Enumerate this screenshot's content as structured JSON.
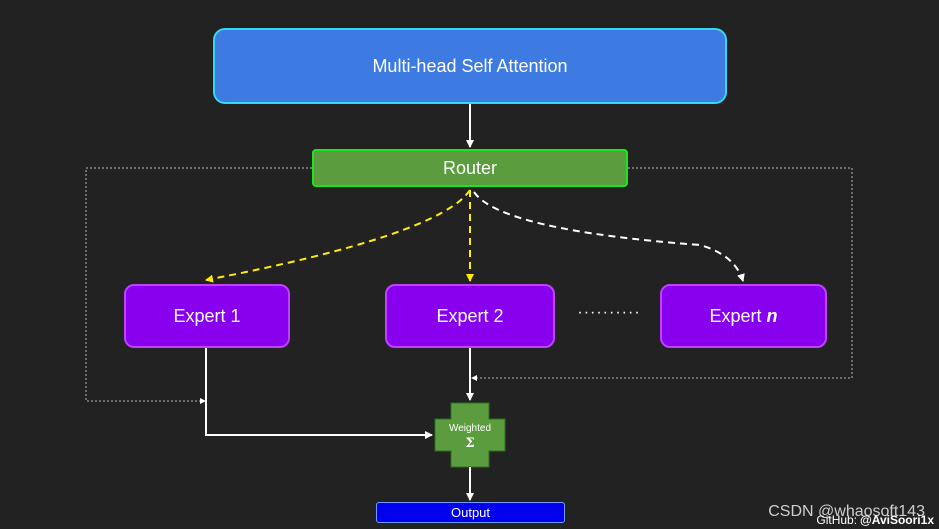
{
  "attention": {
    "label": "Multi-head Self Attention"
  },
  "router": {
    "label": "Router"
  },
  "experts": [
    {
      "label": "Expert 1"
    },
    {
      "label": "Expert 2"
    },
    {
      "label": "Expert",
      "suffix": "n"
    }
  ],
  "ellipsis": "··········",
  "combiner": {
    "label": "Weighted",
    "symbol": "Σ"
  },
  "output": {
    "label": "Output"
  },
  "watermark": {
    "csdn": "CSDN @whaosoft143",
    "github_prefix": "GitHub:",
    "github_handle": "@AviSoori1x"
  },
  "colors": {
    "background": "#222222",
    "attention_fill": "#3d7be3",
    "router_fill": "#5b9c3f",
    "expert_fill": "#8800ee",
    "output_fill": "#0000ee",
    "selected_route": "#ffee00",
    "unselected_route": "#ffffff"
  }
}
